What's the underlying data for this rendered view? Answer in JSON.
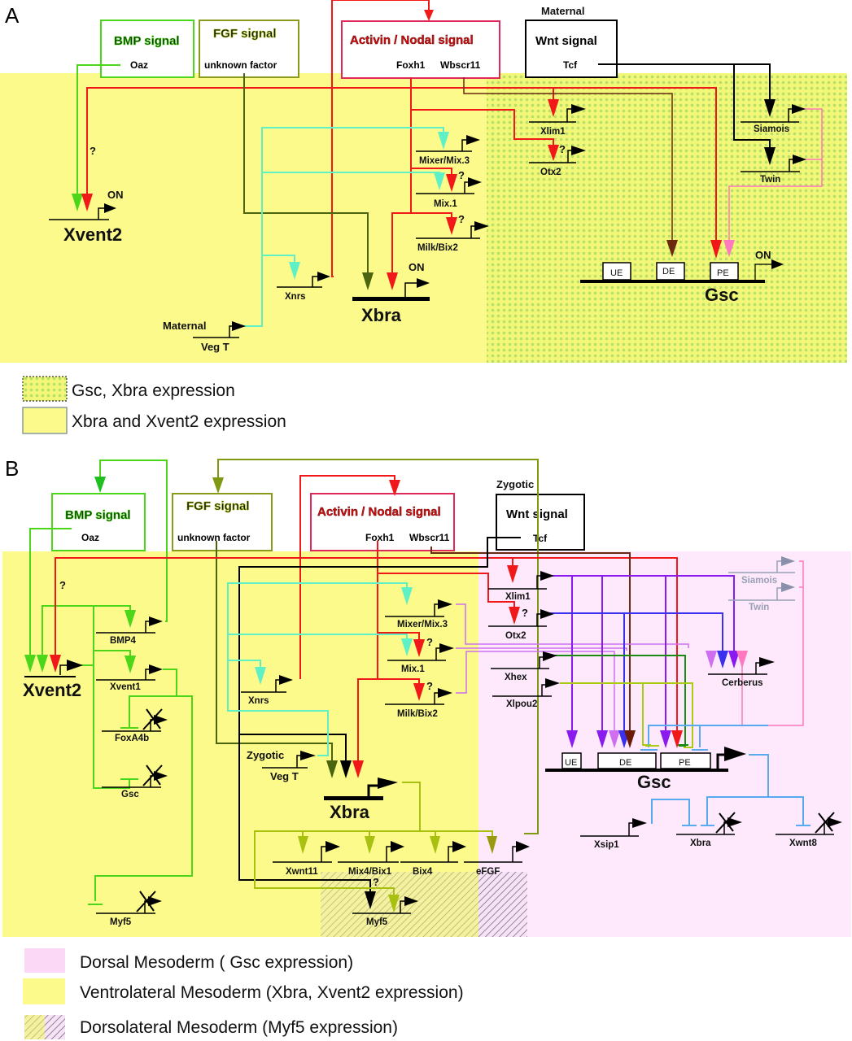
{
  "panels": {
    "A": {
      "letter": "A",
      "signals": {
        "bmp": {
          "title": "BMP signal",
          "factor": "Oaz"
        },
        "fgf": {
          "title": "FGF signal",
          "factor": "unknown factor"
        },
        "activin": {
          "title": "Activin / Nodal signal",
          "factor1": "Foxh1",
          "factor2": "Wbscr11"
        },
        "wnt": {
          "origin": "Maternal",
          "title": "Wnt signal",
          "factor": "Tcf"
        }
      },
      "genes": {
        "xvent2": "Xvent2",
        "xnrs": "Xnrs",
        "xbra": "Xbra",
        "veg_t": "Veg T",
        "veg_t_origin": "Maternal",
        "mixer": "Mixer/Mix.3",
        "mix1": "Mix.1",
        "milk": "Milk/Bix2",
        "xlim1": "Xlim1",
        "otx2": "Otx2",
        "siamois": "Siamois",
        "twin": "Twin",
        "gsc": "Gsc"
      },
      "gsc_elements": [
        "UE",
        "DE",
        "PE"
      ],
      "on_label": "ON",
      "question": "?",
      "legend": [
        {
          "pattern": "dotted-yellow-green",
          "label": "Gsc, Xbra expression"
        },
        {
          "pattern": "yellow",
          "label": "Xbra and Xvent2 expression"
        }
      ]
    },
    "B": {
      "letter": "B",
      "signals": {
        "bmp": {
          "title": "BMP signal",
          "factor": "Oaz"
        },
        "fgf": {
          "title": "FGF signal",
          "factor": "unknown factor"
        },
        "activin": {
          "title": "Activin / Nodal signal",
          "factor1": "Foxh1",
          "factor2": "Wbscr11"
        },
        "wnt": {
          "origin": "Zygotic",
          "title": "Wnt signal",
          "factor": "Tcf"
        }
      },
      "genes": {
        "xvent2": "Xvent2",
        "bmp4": "BMP4",
        "xvent1": "Xvent1",
        "foxa4b": "FoxA4b",
        "gsc_repressed": "Gsc",
        "myf5_repressed": "Myf5",
        "xnrs": "Xnrs",
        "veg_t": "Veg T",
        "veg_t_origin": "Zygotic",
        "xbra": "Xbra",
        "mixer": "Mixer/Mix.3",
        "mix1": "Mix.1",
        "milk": "Milk/Bix2",
        "xwnt11": "Xwnt11",
        "mix4": "Mix4/Bix1",
        "bix4": "Bix4",
        "efgf": "eFGF",
        "myf5": "Myf5",
        "xlim1": "Xlim1",
        "otx2": "Otx2",
        "xhex": "Xhex",
        "xlpou2": "Xlpou2",
        "siamois": "Siamois",
        "twin": "Twin",
        "cerberus": "Cerberus",
        "gsc": "Gsc",
        "xsip1": "Xsip1",
        "xbra_repressed": "Xbra",
        "xwnt8": "Xwnt8"
      },
      "gsc_elements": [
        "UE",
        "DE",
        "PE"
      ],
      "question": "?",
      "legend": [
        {
          "pattern": "pink",
          "label": "Dorsal Mesoderm ( Gsc expression)"
        },
        {
          "pattern": "yellow",
          "label": "Ventrolateral Mesoderm (Xbra, Xvent2 expression)"
        },
        {
          "pattern": "hatched",
          "label": "Dorsolateral Mesoderm (Myf5 expression)"
        }
      ]
    }
  },
  "colors": {
    "yellow_region": "#fbfa8a",
    "pink_region": "#fde9fb",
    "bmp": "#4cd61a",
    "fgf": "#7f9a10",
    "fgf_dark": "#4a6410",
    "activin": "#f01818",
    "activin_box": "#e0285a",
    "wnt": "#000000",
    "vegt": "#5ff0c6",
    "wbscr11": "#6b2a10",
    "purple": "#8a1aee",
    "blue": "#3a30ee",
    "violet": "#cf6ff0",
    "pink": "#ff78c0",
    "xhex_green": "#1a8a10",
    "xlpou2": "#a8cc10",
    "xsip1_blue": "#58aaf0",
    "xbra_target": "#a8c010"
  }
}
